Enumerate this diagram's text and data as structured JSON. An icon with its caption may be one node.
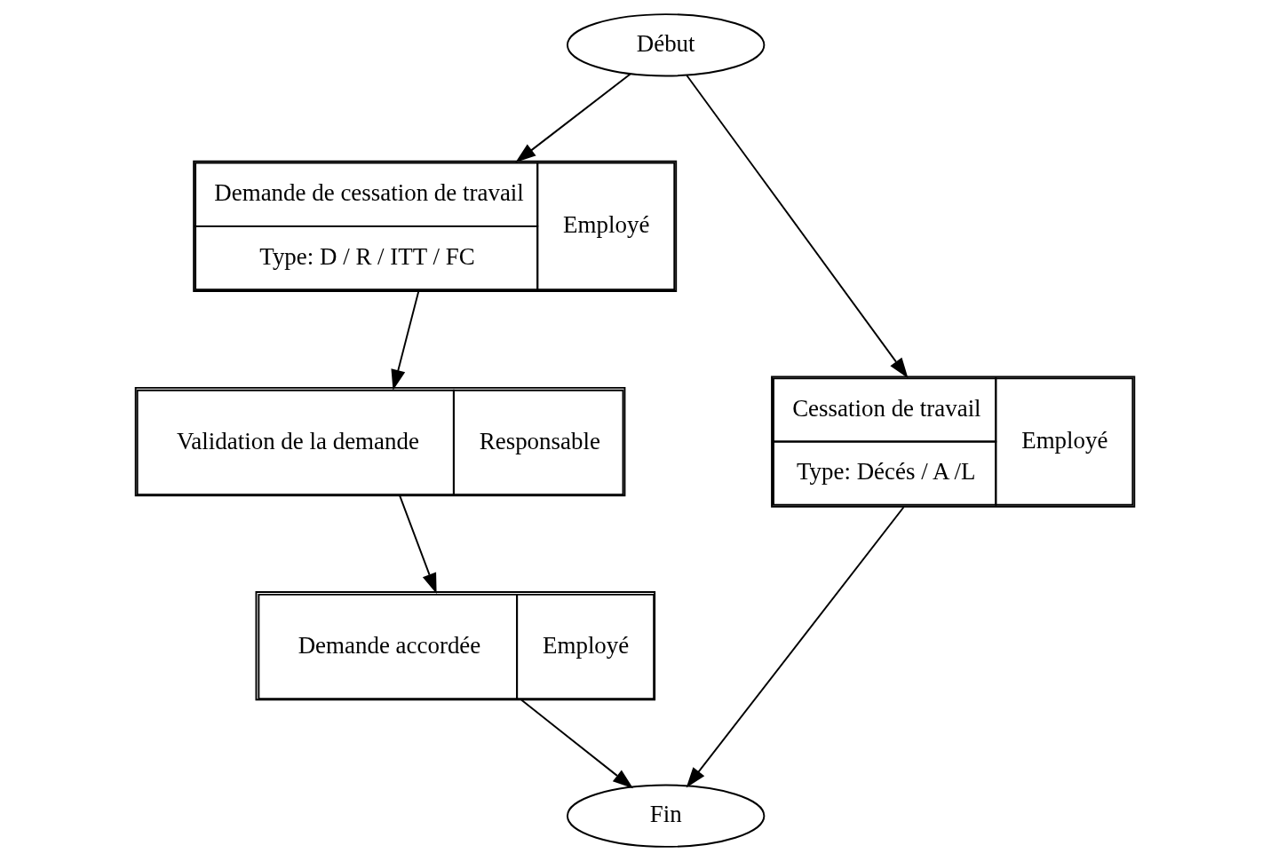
{
  "diagram": {
    "nodes": [
      {
        "text": [
          "Début"
        ]
      },
      {
        "text": [
          "Demande de cessation de travail",
          "Type: D / R / ITT / FC",
          "Employé"
        ]
      },
      {
        "text": [
          "Cessation de travail",
          "Type: Décés / A /L",
          "Employé"
        ]
      },
      {
        "text": [
          "Validation de la demande",
          "Responsable"
        ]
      },
      {
        "text": [
          "Demande accordée",
          "Employé"
        ]
      },
      {
        "text": [
          "Fin"
        ]
      }
    ],
    "edges": [
      {
        "from": 0,
        "to": 1,
        "arrow": "to"
      },
      {
        "from": 0,
        "to": 2,
        "arrow": "to"
      },
      {
        "from": 1,
        "to": 3,
        "arrow": "to"
      },
      {
        "from": 3,
        "to": 4,
        "arrow": "to"
      },
      {
        "from": 4,
        "to": 5,
        "arrow": "to"
      },
      {
        "from": 2,
        "to": 5,
        "arrow": "to"
      }
    ]
  }
}
